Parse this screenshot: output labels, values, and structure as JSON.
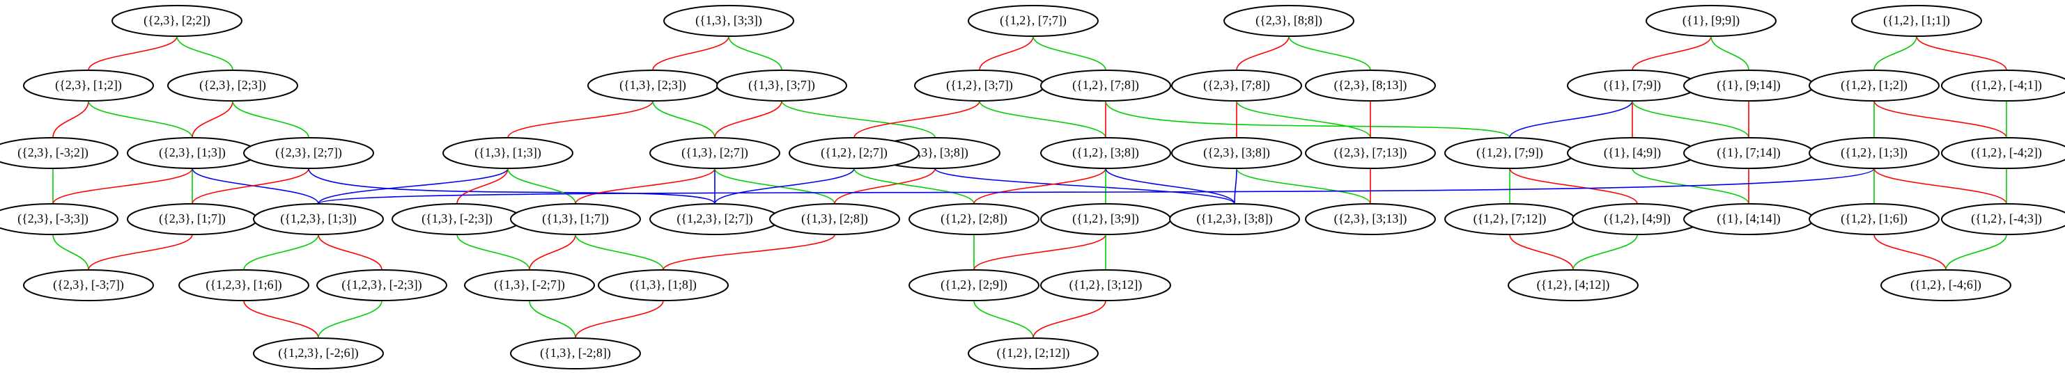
{
  "colors": {
    "red": "#ff0000",
    "green": "#00cc00",
    "blue": "#0000ee"
  },
  "nodes": [
    {
      "id": "n01",
      "label": "({2,3}, [2;2])"
    },
    {
      "id": "n02",
      "label": "({2,3}, [1;2])"
    },
    {
      "id": "n03",
      "label": "({2,3}, [2;3])"
    },
    {
      "id": "n04",
      "label": "({2,3}, [-3;2])"
    },
    {
      "id": "n05",
      "label": "({2,3}, [1;3])"
    },
    {
      "id": "n06",
      "label": "({2,3}, [2;7])"
    },
    {
      "id": "n07",
      "label": "({2,3}, [-3;3])"
    },
    {
      "id": "n08",
      "label": "({2,3}, [1;7])"
    },
    {
      "id": "n09",
      "label": "({1,2,3}, [1;3])"
    },
    {
      "id": "n10",
      "label": "({2,3}, [-3;7])"
    },
    {
      "id": "n11",
      "label": "({1,2,3}, [1;6])"
    },
    {
      "id": "n12",
      "label": "({1,2,3}, [-2;3])"
    },
    {
      "id": "n13",
      "label": "({1,2,3}, [-2;6])"
    },
    {
      "id": "n14",
      "label": "({1,3}, [3;3])"
    },
    {
      "id": "n15",
      "label": "({1,3}, [2;3])"
    },
    {
      "id": "n16",
      "label": "({1,3}, [3;7])"
    },
    {
      "id": "n17",
      "label": "({1,3}, [1;3])"
    },
    {
      "id": "n18",
      "label": "({1,3}, [2;7])"
    },
    {
      "id": "n19",
      "label": "({1,3}, [3;8])"
    },
    {
      "id": "n20",
      "label": "({1,3}, [-2;3])"
    },
    {
      "id": "n21",
      "label": "({1,3}, [1;7])"
    },
    {
      "id": "n22",
      "label": "({1,2,3}, [2;7])"
    },
    {
      "id": "n23",
      "label": "({1,3}, [2;8])"
    },
    {
      "id": "n24",
      "label": "({1,3}, [-2;7])"
    },
    {
      "id": "n25",
      "label": "({1,3}, [1;8])"
    },
    {
      "id": "n26",
      "label": "({1,3}, [-2;8])"
    },
    {
      "id": "n27",
      "label": "({1,2}, [7;7])"
    },
    {
      "id": "n28",
      "label": "({1,2}, [3;7])"
    },
    {
      "id": "n29",
      "label": "({1,2}, [7;8])"
    },
    {
      "id": "n30",
      "label": "({1,2}, [2;7])"
    },
    {
      "id": "n31",
      "label": "({1,2}, [3;8])"
    },
    {
      "id": "n32",
      "label": "({1,2}, [2;8])"
    },
    {
      "id": "n33",
      "label": "({1,2}, [3;9])"
    },
    {
      "id": "n34",
      "label": "({1,2}, [2;9])"
    },
    {
      "id": "n35",
      "label": "({1,2}, [3;12])"
    },
    {
      "id": "n36",
      "label": "({1,2}, [2;12])"
    },
    {
      "id": "n37",
      "label": "({2,3}, [8;8])"
    },
    {
      "id": "n38",
      "label": "({2,3}, [7;8])"
    },
    {
      "id": "n39",
      "label": "({2,3}, [8;13])"
    },
    {
      "id": "n40",
      "label": "({2,3}, [3;8])"
    },
    {
      "id": "n41",
      "label": "({2,3}, [7;13])"
    },
    {
      "id": "n42",
      "label": "({1,2,3}, [3;8])"
    },
    {
      "id": "n43",
      "label": "({2,3}, [3;13])"
    },
    {
      "id": "n44",
      "label": "({1}, [9;9])"
    },
    {
      "id": "n45",
      "label": "({1}, [7;9])"
    },
    {
      "id": "n46",
      "label": "({1}, [9;14])"
    },
    {
      "id": "n47",
      "label": "({1,2}, [7;9])"
    },
    {
      "id": "n48",
      "label": "({1}, [4;9])"
    },
    {
      "id": "n49",
      "label": "({1}, [7;14])"
    },
    {
      "id": "n50",
      "label": "({1,2}, [7;12])"
    },
    {
      "id": "n51",
      "label": "({1,2}, [4;9])"
    },
    {
      "id": "n52",
      "label": "({1}, [4;14])"
    },
    {
      "id": "n53",
      "label": "({1,2}, [4;12])"
    },
    {
      "id": "n54",
      "label": "({1,2}, [1;1])"
    },
    {
      "id": "n55",
      "label": "({1,2}, [1;2])"
    },
    {
      "id": "n56",
      "label": "({1,2}, [-4;1])"
    },
    {
      "id": "n57",
      "label": "({1,2}, [1;3])"
    },
    {
      "id": "n58",
      "label": "({1,2}, [-4;2])"
    },
    {
      "id": "n59",
      "label": "({1,2}, [1;6])"
    },
    {
      "id": "n60",
      "label": "({1,2}, [-4;3])"
    },
    {
      "id": "n61",
      "label": "({1,2}, [-4;6])"
    }
  ],
  "edges": [
    {
      "from": "n01",
      "to": "n02",
      "color": "red"
    },
    {
      "from": "n01",
      "to": "n03",
      "color": "green"
    },
    {
      "from": "n02",
      "to": "n04",
      "color": "red"
    },
    {
      "from": "n02",
      "to": "n05",
      "color": "green"
    },
    {
      "from": "n03",
      "to": "n05",
      "color": "red"
    },
    {
      "from": "n03",
      "to": "n06",
      "color": "green"
    },
    {
      "from": "n04",
      "to": "n07",
      "color": "green"
    },
    {
      "from": "n05",
      "to": "n07",
      "color": "red"
    },
    {
      "from": "n05",
      "to": "n08",
      "color": "green"
    },
    {
      "from": "n05",
      "to": "n09",
      "color": "blue"
    },
    {
      "from": "n06",
      "to": "n08",
      "color": "red"
    },
    {
      "from": "n06",
      "to": "n22",
      "color": "blue"
    },
    {
      "from": "n07",
      "to": "n10",
      "color": "green"
    },
    {
      "from": "n08",
      "to": "n10",
      "color": "red"
    },
    {
      "from": "n09",
      "to": "n11",
      "color": "green"
    },
    {
      "from": "n09",
      "to": "n12",
      "color": "red"
    },
    {
      "from": "n11",
      "to": "n13",
      "color": "red"
    },
    {
      "from": "n12",
      "to": "n13",
      "color": "green"
    },
    {
      "from": "n14",
      "to": "n15",
      "color": "red"
    },
    {
      "from": "n14",
      "to": "n16",
      "color": "green"
    },
    {
      "from": "n15",
      "to": "n17",
      "color": "red"
    },
    {
      "from": "n15",
      "to": "n18",
      "color": "green"
    },
    {
      "from": "n16",
      "to": "n18",
      "color": "red"
    },
    {
      "from": "n16",
      "to": "n19",
      "color": "green"
    },
    {
      "from": "n17",
      "to": "n09",
      "color": "blue"
    },
    {
      "from": "n17",
      "to": "n20",
      "color": "red"
    },
    {
      "from": "n17",
      "to": "n21",
      "color": "green"
    },
    {
      "from": "n18",
      "to": "n21",
      "color": "red"
    },
    {
      "from": "n18",
      "to": "n22",
      "color": "blue"
    },
    {
      "from": "n18",
      "to": "n23",
      "color": "green"
    },
    {
      "from": "n19",
      "to": "n23",
      "color": "red"
    },
    {
      "from": "n19",
      "to": "n42",
      "color": "blue"
    },
    {
      "from": "n20",
      "to": "n24",
      "color": "green"
    },
    {
      "from": "n21",
      "to": "n24",
      "color": "red"
    },
    {
      "from": "n21",
      "to": "n25",
      "color": "green"
    },
    {
      "from": "n23",
      "to": "n25",
      "color": "red"
    },
    {
      "from": "n24",
      "to": "n26",
      "color": "green"
    },
    {
      "from": "n25",
      "to": "n26",
      "color": "red"
    },
    {
      "from": "n27",
      "to": "n28",
      "color": "red"
    },
    {
      "from": "n27",
      "to": "n29",
      "color": "green"
    },
    {
      "from": "n28",
      "to": "n30",
      "color": "red"
    },
    {
      "from": "n28",
      "to": "n31",
      "color": "green"
    },
    {
      "from": "n29",
      "to": "n31",
      "color": "red"
    },
    {
      "from": "n29",
      "to": "n47",
      "color": "green"
    },
    {
      "from": "n30",
      "to": "n22",
      "color": "blue"
    },
    {
      "from": "n30",
      "to": "n32",
      "color": "green"
    },
    {
      "from": "n31",
      "to": "n32",
      "color": "red"
    },
    {
      "from": "n31",
      "to": "n33",
      "color": "green"
    },
    {
      "from": "n31",
      "to": "n42",
      "color": "blue"
    },
    {
      "from": "n32",
      "to": "n34",
      "color": "green"
    },
    {
      "from": "n33",
      "to": "n34",
      "color": "red"
    },
    {
      "from": "n33",
      "to": "n35",
      "color": "green"
    },
    {
      "from": "n34",
      "to": "n36",
      "color": "green"
    },
    {
      "from": "n35",
      "to": "n36",
      "color": "red"
    },
    {
      "from": "n37",
      "to": "n38",
      "color": "red"
    },
    {
      "from": "n37",
      "to": "n39",
      "color": "green"
    },
    {
      "from": "n38",
      "to": "n40",
      "color": "red"
    },
    {
      "from": "n38",
      "to": "n41",
      "color": "green"
    },
    {
      "from": "n39",
      "to": "n41",
      "color": "red"
    },
    {
      "from": "n40",
      "to": "n42",
      "color": "blue"
    },
    {
      "from": "n40",
      "to": "n43",
      "color": "green"
    },
    {
      "from": "n41",
      "to": "n43",
      "color": "red"
    },
    {
      "from": "n44",
      "to": "n45",
      "color": "red"
    },
    {
      "from": "n44",
      "to": "n46",
      "color": "green"
    },
    {
      "from": "n45",
      "to": "n47",
      "color": "blue"
    },
    {
      "from": "n45",
      "to": "n48",
      "color": "red"
    },
    {
      "from": "n45",
      "to": "n49",
      "color": "green"
    },
    {
      "from": "n46",
      "to": "n49",
      "color": "red"
    },
    {
      "from": "n47",
      "to": "n50",
      "color": "green"
    },
    {
      "from": "n47",
      "to": "n51",
      "color": "red"
    },
    {
      "from": "n48",
      "to": "n52",
      "color": "green"
    },
    {
      "from": "n49",
      "to": "n52",
      "color": "red"
    },
    {
      "from": "n50",
      "to": "n53",
      "color": "red"
    },
    {
      "from": "n51",
      "to": "n53",
      "color": "green"
    },
    {
      "from": "n54",
      "to": "n55",
      "color": "green"
    },
    {
      "from": "n54",
      "to": "n56",
      "color": "red"
    },
    {
      "from": "n55",
      "to": "n57",
      "color": "green"
    },
    {
      "from": "n55",
      "to": "n58",
      "color": "red"
    },
    {
      "from": "n56",
      "to": "n58",
      "color": "green"
    },
    {
      "from": "n57",
      "to": "n09",
      "color": "blue"
    },
    {
      "from": "n57",
      "to": "n59",
      "color": "green"
    },
    {
      "from": "n57",
      "to": "n60",
      "color": "red"
    },
    {
      "from": "n58",
      "to": "n60",
      "color": "green"
    },
    {
      "from": "n59",
      "to": "n61",
      "color": "red"
    },
    {
      "from": "n60",
      "to": "n61",
      "color": "green"
    }
  ]
}
